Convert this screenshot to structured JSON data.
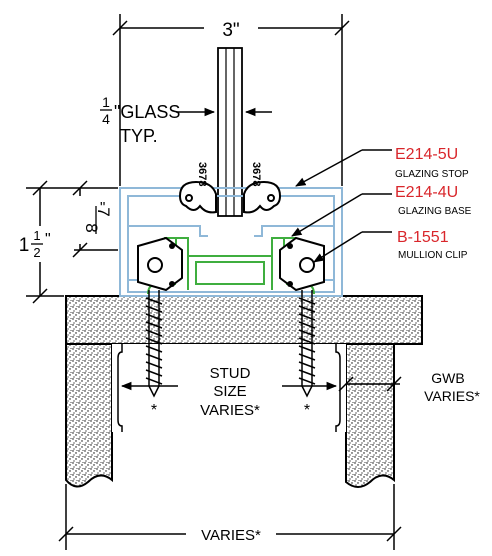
{
  "dimensions": {
    "width_label": "3\"",
    "glass_frac_num": "1",
    "glass_frac_den": "4",
    "glass_label": "\"GLASS",
    "glass_typ": "TYP.",
    "height_whole": "1",
    "height_frac_num": "1",
    "height_frac_den": "2",
    "height_inch": "\"",
    "depth_frac_num": "7",
    "depth_frac_den": "8",
    "depth_inch": "\"",
    "bottom_label": "VARIES*"
  },
  "gaskets": {
    "left": "3678",
    "right": "3678"
  },
  "callouts": [
    {
      "part": "E214-5U",
      "desc": "GLAZING STOP"
    },
    {
      "part": "E214-4U",
      "desc": "GLAZING BASE"
    },
    {
      "part": "B-1551",
      "desc": "MULLION CLIP"
    }
  ],
  "stud": {
    "line1": "STUD",
    "line2": "SIZE",
    "line3": "VARIES*",
    "asterisk_left": "*",
    "asterisk_right": "*"
  },
  "gwb": {
    "line1": "GWB",
    "line2": "VARIES*"
  },
  "colors": {
    "profile_blue": "#8fb8d8",
    "clip_green": "#3fae3f",
    "callout_red": "#d9262b",
    "line_black": "#000000"
  }
}
